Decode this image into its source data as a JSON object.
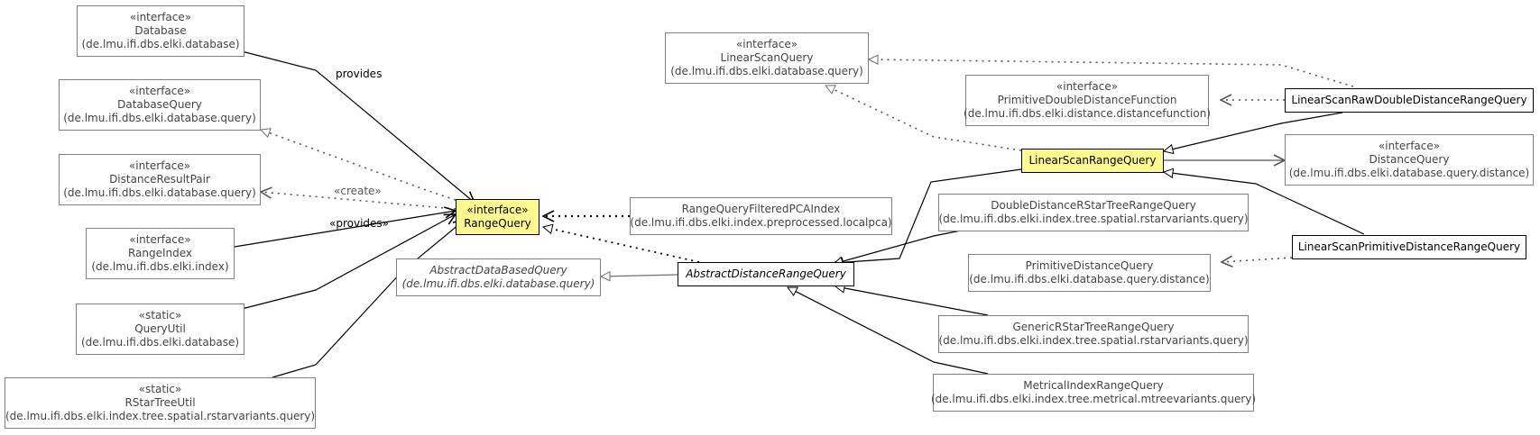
{
  "nodes": {
    "database": {
      "stereotype": "«interface»",
      "name": "Database",
      "package": "(de.lmu.ifi.dbs.elki.database)"
    },
    "database_query": {
      "stereotype": "«interface»",
      "name": "DatabaseQuery",
      "package": "(de.lmu.ifi.dbs.elki.database.query)"
    },
    "distance_result_pair": {
      "stereotype": "«interface»",
      "name": "DistanceResultPair",
      "package": "(de.lmu.ifi.dbs.elki.database.query)"
    },
    "range_index": {
      "stereotype": "«interface»",
      "name": "RangeIndex",
      "package": "(de.lmu.ifi.dbs.elki.index)"
    },
    "query_util": {
      "stereotype": "«static»",
      "name": "QueryUtil",
      "package": "(de.lmu.ifi.dbs.elki.database)"
    },
    "rstar_tree_util": {
      "stereotype": "«static»",
      "name": "RStarTreeUtil",
      "package": "(de.lmu.ifi.dbs.elki.index.tree.spatial.rstarvariants.query)"
    },
    "range_query": {
      "stereotype": "«interface»",
      "name": "RangeQuery"
    },
    "range_query_filtered_pca_index": {
      "name": "RangeQueryFilteredPCAIndex",
      "package": "(de.lmu.ifi.dbs.elki.index.preprocessed.localpca)"
    },
    "abstract_data_based_query": {
      "name": "AbstractDataBasedQuery",
      "package": "(de.lmu.ifi.dbs.elki.database.query)"
    },
    "abstract_distance_range_query": {
      "name": "AbstractDistanceRangeQuery"
    },
    "linear_scan_query": {
      "stereotype": "«interface»",
      "name": "LinearScanQuery",
      "package": "(de.lmu.ifi.dbs.elki.database.query)"
    },
    "primitive_double_distance_function": {
      "stereotype": "«interface»",
      "name": "PrimitiveDoubleDistanceFunction",
      "package": "(de.lmu.ifi.dbs.elki.distance.distancefunction)"
    },
    "linear_scan_raw_double_distance_range_query": {
      "name": "LinearScanRawDoubleDistanceRangeQuery"
    },
    "linear_scan_range_query": {
      "name": "LinearScanRangeQuery"
    },
    "distance_query": {
      "stereotype": "«interface»",
      "name": "DistanceQuery",
      "package": "(de.lmu.ifi.dbs.elki.database.query.distance)"
    },
    "double_distance_rstar_tree_range_query": {
      "name": "DoubleDistanceRStarTreeRangeQuery",
      "package": "(de.lmu.ifi.dbs.elki.index.tree.spatial.rstarvariants.query)"
    },
    "linear_scan_primitive_distance_range_query": {
      "name": "LinearScanPrimitiveDistanceRangeQuery"
    },
    "primitive_distance_query": {
      "name": "PrimitiveDistanceQuery",
      "package": "(de.lmu.ifi.dbs.elki.database.query.distance)"
    },
    "generic_rstar_tree_range_query": {
      "name": "GenericRStarTreeRangeQuery",
      "package": "(de.lmu.ifi.dbs.elki.index.tree.spatial.rstarvariants.query)"
    },
    "metrical_index_range_query": {
      "name": "MetricalIndexRangeQuery",
      "package": "(de.lmu.ifi.dbs.elki.index.tree.metrical.mtreevariants.query)"
    }
  },
  "edge_labels": {
    "provides": "provides",
    "create": "«create»",
    "provides_stereo": "«provides»"
  }
}
